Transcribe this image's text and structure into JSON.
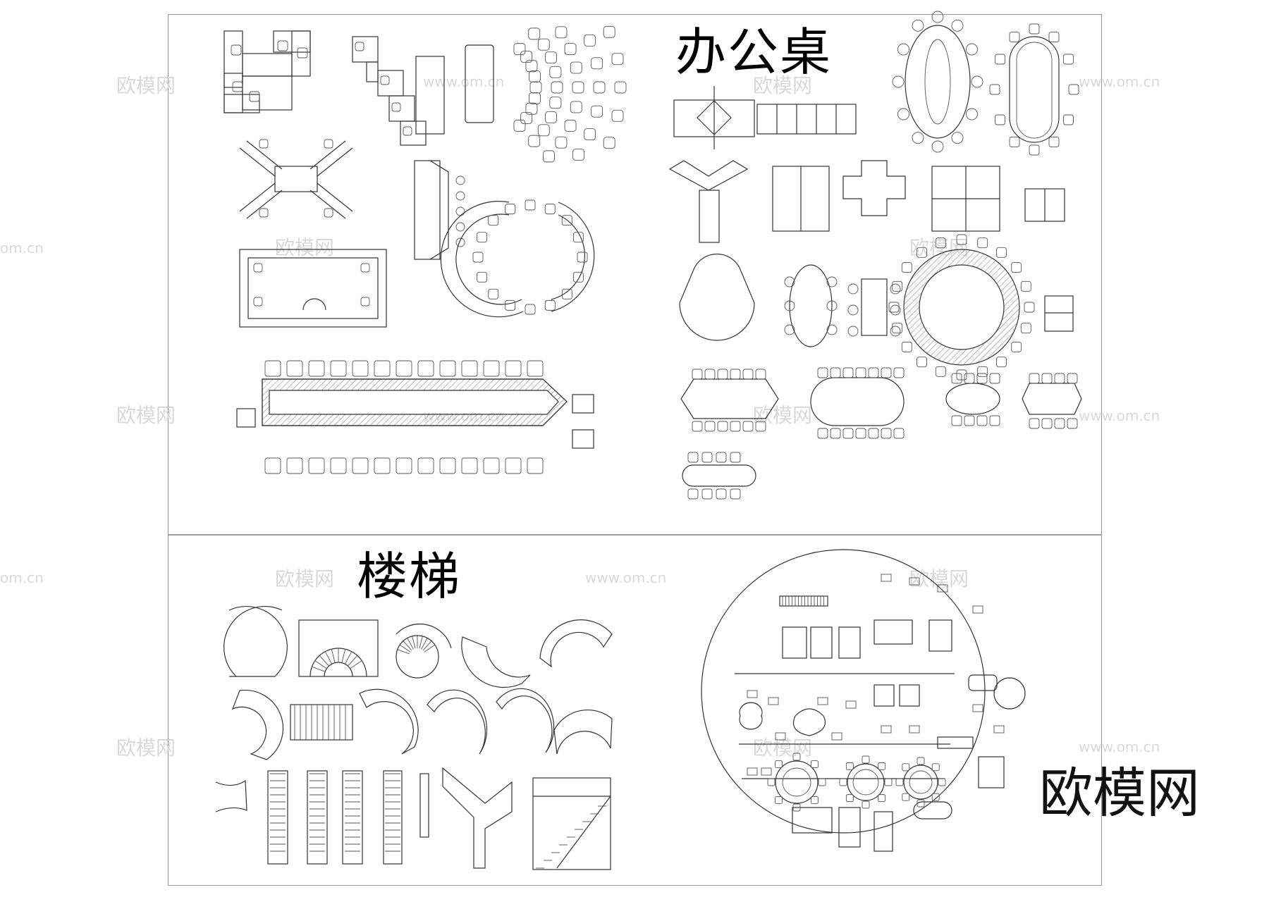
{
  "sections": {
    "office_desks": {
      "title": "办公桌"
    },
    "stairs": {
      "title": "楼梯"
    }
  },
  "brand": {
    "name": "欧模网"
  },
  "watermarks": {
    "text_cn": "欧模网",
    "text_url": "www.om.cn",
    "text_url_short": "om.cn"
  }
}
